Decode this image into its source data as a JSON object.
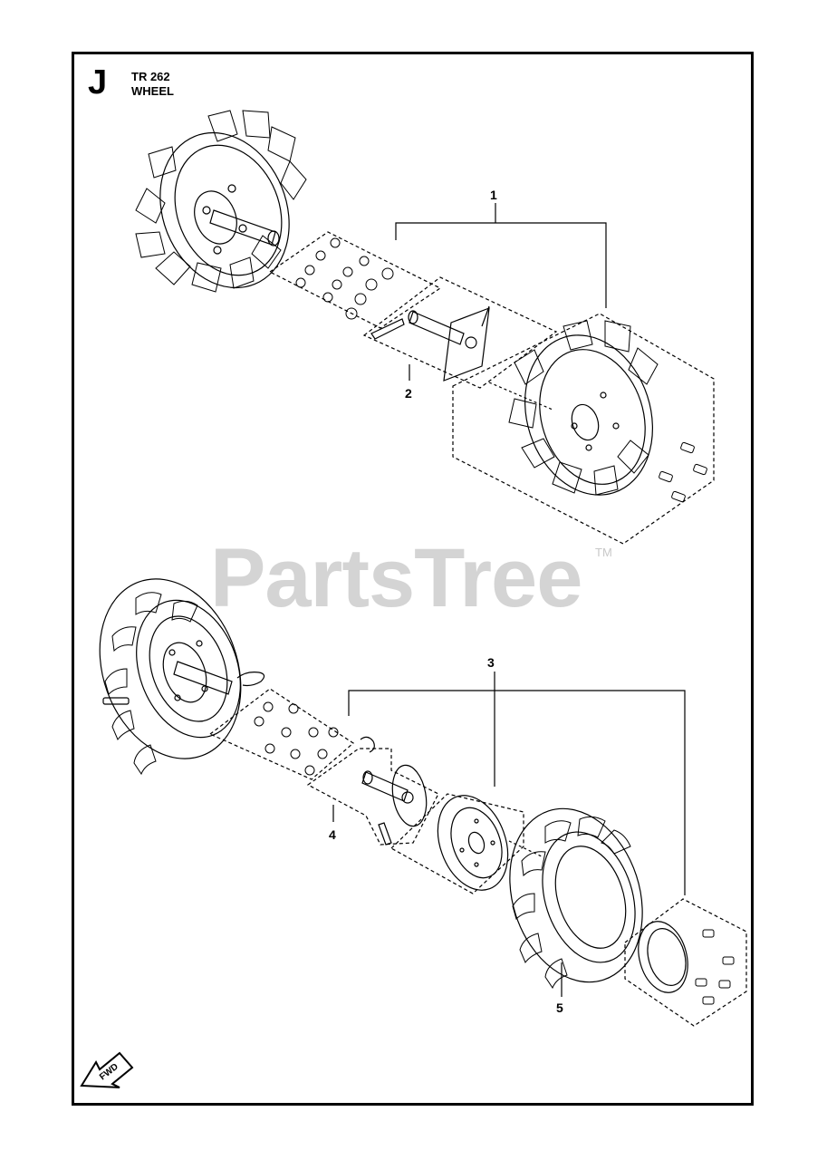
{
  "header": {
    "section_letter": "J",
    "model": "TR 262",
    "title": "WHEEL"
  },
  "watermark": {
    "text": "PartsTree",
    "trademark": "TM"
  },
  "callouts": [
    {
      "label": "1"
    },
    {
      "label": "2"
    },
    {
      "label": "3"
    },
    {
      "label": "4"
    },
    {
      "label": "5"
    }
  ],
  "fwd_arrow": {
    "label": "FWD"
  },
  "colors": {
    "line": "#000000",
    "watermark": "#d4d4d4",
    "background": "#ffffff"
  }
}
